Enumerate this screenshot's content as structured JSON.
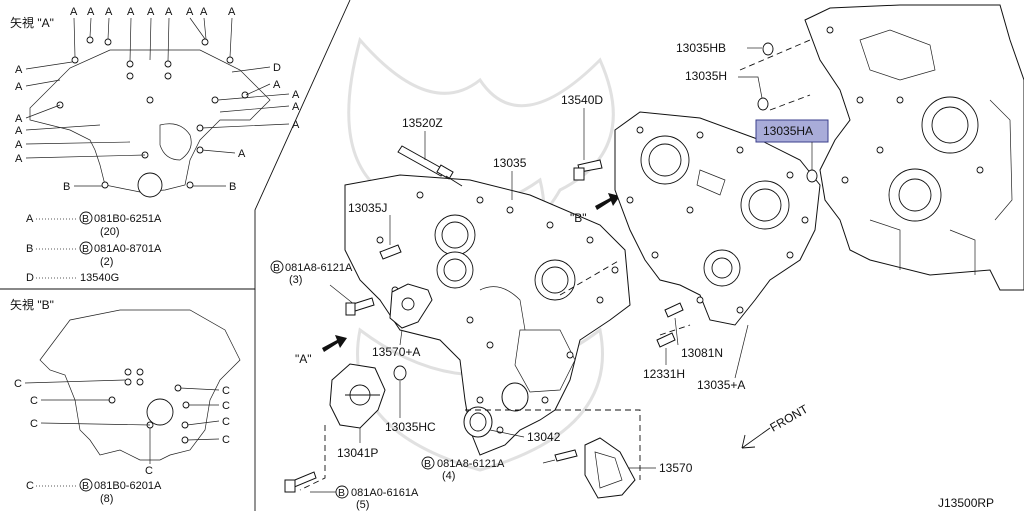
{
  "panel_a": {
    "title": "矢視 \"A\"",
    "top_letters": [
      "A",
      "A",
      "A",
      "A",
      "A",
      "A",
      "A",
      "A",
      "A"
    ],
    "left_letters": [
      "A",
      "A",
      "A",
      "A",
      "A",
      "A"
    ],
    "right_letters": [
      "D",
      "A",
      "A",
      "A",
      "A",
      "A"
    ],
    "bottom_left_letter": "B",
    "bottom_right_letter": "B"
  },
  "legend_a": [
    {
      "key": "A",
      "part": "081B0-6251A",
      "qty": "(20)"
    },
    {
      "key": "B",
      "part": "081A0-8701A",
      "qty": "(2)"
    },
    {
      "key": "D",
      "part": "13540G",
      "qty": ""
    }
  ],
  "panel_b": {
    "title": "矢視 \"B\"",
    "left_letters": [
      "C",
      "C",
      "C"
    ],
    "right_letters": [
      "C",
      "C",
      "C",
      "C"
    ],
    "bottom_letter": "C"
  },
  "legend_b": {
    "key": "C",
    "part": "081B0-6201A",
    "qty": "(8)"
  },
  "parts": {
    "p13520Z": "13520Z",
    "p13540D": "13540D",
    "p13035": "13035",
    "p13035J": "13035J",
    "p081A8_top": "081A8-6121A",
    "p081A8_top_qty": "(3)",
    "p13570A": "13570+A",
    "p13041P": "13041P",
    "p13035HC": "13035HC",
    "p13042": "13042",
    "p081A8_bottom": "081A8-6121A",
    "p081A8_bottom_qty": "(4)",
    "p13570": "13570",
    "p081A0": "081A0-6161A",
    "p081A0_qty": "(5)",
    "p12331H": "12331H",
    "p13081N": "13081N",
    "p13035A": "13035+A",
    "p13035HB": "13035HB",
    "p13035H": "13035H",
    "p13035HA": "13035HA"
  },
  "arrow_a_label": "\"A\"",
  "arrow_b_label": "\"B\"",
  "front_label": "FRONT",
  "bolt_symbol": "B",
  "drawing_id": "J13500RP",
  "colors": {
    "highlight_fill": "#a9acd9",
    "highlight_stroke": "#3b3f8c",
    "line": "#111111"
  }
}
